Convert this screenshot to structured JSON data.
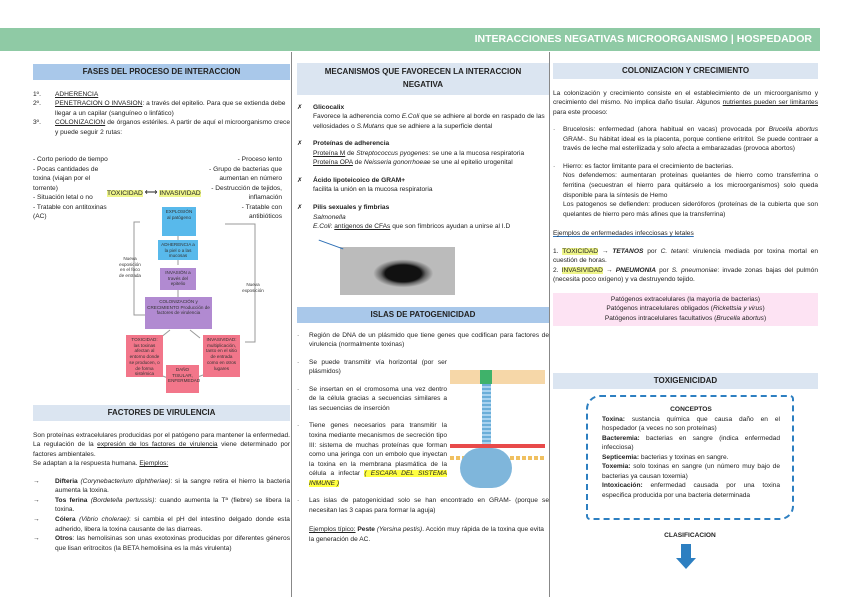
{
  "header": {
    "title": "INTERACCIONES NEGATIVAS MICROORGANISMO | HOSPEDADOR",
    "color": "#8fcaa5"
  },
  "fases": {
    "title": "FASES DEL PROCESO DE INTERACCION",
    "steps": [
      {
        "num": "1º.",
        "term": "ADHERENCIA",
        "text": ""
      },
      {
        "num": "2º.",
        "term": "PENETRACION O INVASION",
        "text": ": a través del epitelio. Para que se extienda debe llegar a un capilar (sanguíneo o linfático)"
      },
      {
        "num": "3º.",
        "term": "COLONIZACION",
        "text": " de órganos estériles. A partir de aquí el microorganismo crece y puede seguir 2 rutas:"
      }
    ],
    "left": [
      "- Corto periodo de tiempo",
      "- Pocas cantidades de toxina (viajan por el torrente)",
      "- Situación letal o no",
      "- Tratable con antitoxinas (AC)"
    ],
    "right": [
      "- Proceso lento",
      "- Grupo de bacterias que aumentan en número",
      "- Destrucción de tejidos, inflamación",
      "- Tratable con antibióticos"
    ],
    "toxicidad": "TOXICIDAD",
    "arrow": "⟷",
    "invasividad": "INVASIVIDAD",
    "diagram": {
      "explosion": "EXPLOSIÓN al patógeno",
      "adherencia": "ADHERENCIA a la piel o a las mucosas",
      "invasion": "INVASIÓN a través del epitelio",
      "colonizacion": "COLONIZACIÓN y CRECIMIENTO Producción de factores de virulencia",
      "toxicidad": "TOXICIDAD: las toxinas afectan al entorno donde se producen, o de forma sistémica",
      "invasividad": "INVASIVIDAD: multiplicación, tanto en el sitio de entrada como en otros lugares",
      "dano": "DAÑO TISULAR, ENFERMEDAD",
      "nueva1": "Nueva exposición en el foco de entrada",
      "nueva2": "Nueva exposición"
    }
  },
  "factores": {
    "title": "FACTORES DE VIRULENCIA",
    "intro1": "Son proteínas extracelulares producidas por el patógeno para mantener la enfermedad. La regulación de la ",
    "intro_u": "expresión de los factores de virulencia",
    "intro2": " viene determinado por factores ambientales.",
    "intro3": "Se adaptan a la respuesta humana. ",
    "ejemplos": "Ejemplos:",
    "items": [
      {
        "name": "Difteria",
        "sp": "(Corynebacterium diphtheriae)",
        "text": ": si la sangre retira el hierro la bacteria aumenta la toxina."
      },
      {
        "name": "Tos ferina",
        "sp": "(Bordetella pertussis)",
        "text": ": cuando aumenta la Tª (fiebre) se libera la toxina."
      },
      {
        "name": "Cólera",
        "sp": "(Vibrio cholerae)",
        "text": ": si cambia el pH del intestino delgado donde esta adherido, libera la toxina causante de las diarreas."
      },
      {
        "name": "Otros",
        "sp": "",
        "text": ": las hemolisinas son unas exotoxinas producidas por diferentes géneros que lisan eritrocitos (la BETA hemolisina es la más virulenta)"
      }
    ]
  },
  "mecanismos": {
    "title": "MECANISMOS QUE FAVORECEN LA INTERACCION NEGATIVA",
    "glicocalix": {
      "title": "Glicocalix",
      "t1": "Favorece la adherencia como ",
      "e1": "E.Coli",
      "t2": " que se adhiere al borde en raspado de las vellosidades o ",
      "e2": "S.Mutans",
      "t3": " que se adhiere a la superficie dental"
    },
    "proteinas": {
      "title": "Proteínas de adherencia",
      "l1u": "Proteína M",
      "l1a": " de ",
      "l1i": "Streptococcus pyogenes:",
      "l1b": " se une a la mucosa respiratoria",
      "l2u": "Proteína OPA",
      "l2a": " de ",
      "l2i": "Neisseria gonorrhoeae",
      "l2b": " se une al epitelio urogenital"
    },
    "acido": {
      "title": "Ácido lipoteicoico de GRAM+",
      "text": "facilita la unión en la mucosa respiratoria"
    },
    "pili": {
      "title": "Pilis sexuales y fimbrias",
      "l1": "Salmonella",
      "l2i": "E.Coli",
      "l2u": "antígenos de CFAs",
      "l2": " que son fímbricos ayudan a unirse al I.D"
    }
  },
  "islas": {
    "title": "ISLAS DE PATOGENICIDAD",
    "b1": "Región de DNA de un plásmido que tiene genes que codifican para factores de virulencia (normalmente toxinas)",
    "b2": "Se puede transmitir vía horizontal (por ser plásmidos)",
    "b3": "Se insertan en el cromosoma una vez dentro de la célula gracias a secuencias similares a las secuencias de inserción",
    "b4": "Tiene genes necesarios para transmitir la toxina mediante mecanismos de secreción tipo III: sistema de muchas proteínas que forman como una jeringa con un embolo que inyectan la toxina en la membrana plasmática de la célula a infectar ",
    "b4h": "( ESCAPA DEL SISTEMA INMUNE )",
    "b5": "Las islas de patogenicidad solo se han encontrado en GRAM- (porque se necesitan las 3 capas para formar la aguja)",
    "ej_u": "Ejemplos típico:",
    "ej_b": " Peste ",
    "ej_i": "(Yersina pestis)",
    "ej_t": ". Acción muy rápida de la toxina que evita la generación de AC."
  },
  "colonizacion": {
    "title": "COLONIZACION Y CRECIMIENTO",
    "intro": "La colonización y crecimiento consiste en el establecimiento de un microorganismo y crecimiento del mismo. No implica daño tisular. Algunos ",
    "intro_u": "nutrientes pueden ser limitantes",
    "intro2": " para este proceso:",
    "b1a": "Brucelosis:",
    "b1b": " enfermedad (ahora habitual en vacas) provocada por ",
    "b1i": "Brucella abortus",
    "b1c": " GRAM-. Su hábitat ideal es la placenta, porque contiene eritritol. Se puede contraer a través de leche mal esterilizada y solo afecta a embarazadas (provoca abortos)",
    "b2a": "Hierro:",
    "b2b": " es factor limitante para el crecimiento de bacterias.",
    "b2c": "Nos defendemos: aumentaran proteínas quelantes de hierro como transferrina o ferritina (secuestran el hierro para quitárselo a los microorganismos) solo queda disponible para la síntesis de Hemo",
    "b2d": "Los patogenos se defienden: producen sideróforos (proteínas de la cubierta que son quelantes de hierro pero más afines que la transferrina)",
    "ej_title": "Ejemplos de enfermedades infecciosas y letales",
    "e1n": "1. ",
    "e1h": "TOXICIDAD",
    "e1a": " → ",
    "e1b": "TETANOS",
    "e1c": " por ",
    "e1i": "C. tetani",
    "e1d": ": virulencia mediada por toxina mortal en cuestión de horas.",
    "e2n": "2. ",
    "e2h": "INVASIVIDAD",
    "e2a": " → ",
    "e2b": "PNEUMONIA",
    "e2c": " por ",
    "e2i": "S. pneumoniae",
    "e2d": ": invade zonas bajas del pulmón (necesita poco oxígeno) y va destruyendo tejido.",
    "pat": [
      {
        "b": "Patógenos extracelulares",
        "t": " (la mayoría de bacterias)",
        "i": ""
      },
      {
        "b": "Patógenos intracelulares obligados",
        "t": " (",
        "i": "Rickettsia y virus",
        "e": ")"
      },
      {
        "b": "Patógenos intracelulares facultativos",
        "t": " (",
        "i": "Brucella abortus",
        "e": ")"
      }
    ]
  },
  "toxigenicidad": {
    "title": "TOXIGENICIDAD",
    "conceptos": "CONCEPTOS",
    "items": [
      {
        "b": "Toxina:",
        "t": " sustancia química que causa daño en el hospedador (a veces no son proteínas)"
      },
      {
        "b": "Bacteremia:",
        "t": " bacterias en sangre (indica enfermedad infecciosa)"
      },
      {
        "b": "Septicemia:",
        "t": " bacterias y toxinas en sangre."
      },
      {
        "b": "Toxemia:",
        "t": " solo toxinas en sangre (un número muy bajo de bacterias ya causan toxemia)"
      },
      {
        "b": "Intoxicación:",
        "t": " enfermedad causada por una toxina especifica producida por una bacteria determinada"
      }
    ],
    "clasificacion": "CLASIFICACION"
  }
}
